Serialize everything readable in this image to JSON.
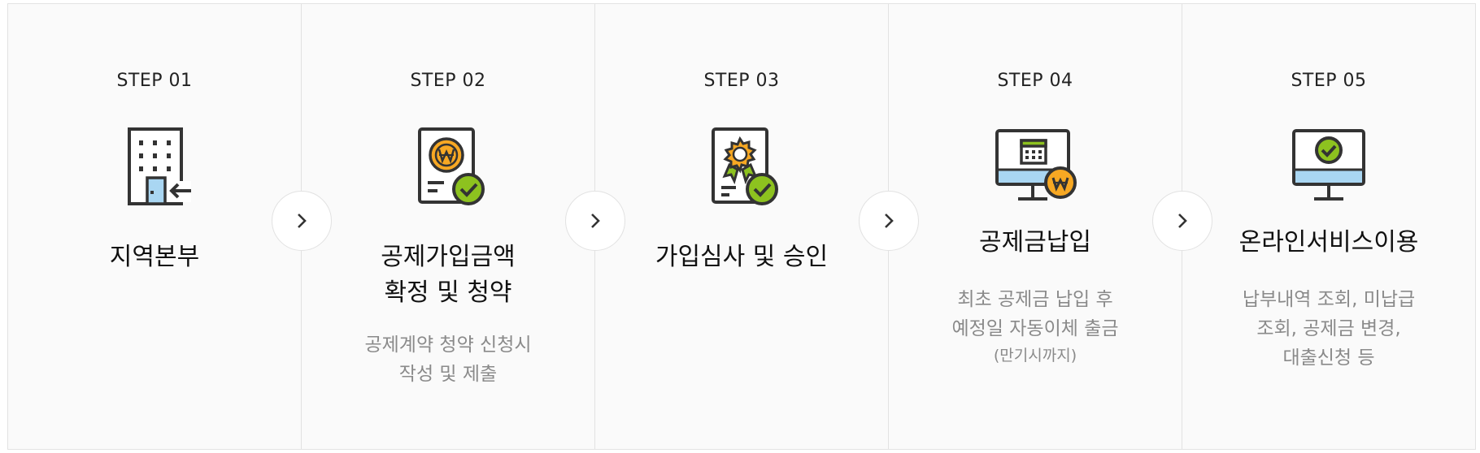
{
  "steps": [
    {
      "label": "STEP 01",
      "icon": "building-entrance-icon",
      "title_lines": [
        "지역본부"
      ],
      "desc_lines": [],
      "note": ""
    },
    {
      "label": "STEP 02",
      "icon": "contract-won-check-icon",
      "title_lines": [
        "공제가입금액",
        "확정 및 청약"
      ],
      "desc_lines": [
        "공제계약 청약 신청시",
        "작성 및 제출"
      ],
      "note": ""
    },
    {
      "label": "STEP 03",
      "icon": "certificate-approval-icon",
      "title_lines": [
        "가입심사 및 승인"
      ],
      "desc_lines": [],
      "note": ""
    },
    {
      "label": "STEP 04",
      "icon": "monitor-calendar-payment-icon",
      "title_lines": [
        "공제금납입"
      ],
      "desc_lines": [
        "최초 공제금 납입 후",
        "예정일 자동이체 출금"
      ],
      "note": "(만기시까지)"
    },
    {
      "label": "STEP 05",
      "icon": "monitor-check-icon",
      "title_lines": [
        "온라인서비스이용"
      ],
      "desc_lines": [
        "납부내역 조회, 미납급",
        "조회, 공제금 변경,",
        "대출신청 등"
      ],
      "note": ""
    }
  ],
  "colors": {
    "outline": "#333333",
    "accent_green": "#8dc21f",
    "accent_orange": "#f7a823",
    "accent_blue": "#a9d6f2"
  },
  "arrow_icon": "chevron-right-icon"
}
